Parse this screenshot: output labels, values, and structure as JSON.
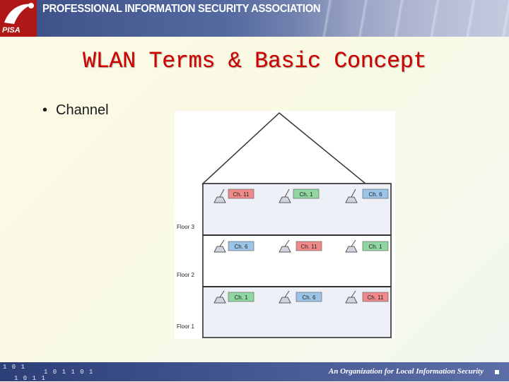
{
  "header": {
    "logo_text": "PISA",
    "title": "PROFESSIONAL INFORMATION SECURITY ASSOCIATION"
  },
  "slide": {
    "title": "WLAN Terms & Basic Concept",
    "bullet": "Channel"
  },
  "diagram": {
    "floors": [
      {
        "label": "Floor 3",
        "channels": [
          "Ch. 11",
          "Ch. 1",
          "Ch. 6"
        ]
      },
      {
        "label": "Floor 2",
        "channels": [
          "Ch. 6",
          "Ch. 11",
          "Ch. 1"
        ]
      },
      {
        "label": "Floor 1",
        "channels": [
          "Ch. 1",
          "Ch. 6",
          "Ch. 11"
        ]
      }
    ],
    "channel_colors": {
      "Ch. 1": "#8fd6a0",
      "Ch. 6": "#9cc4e8",
      "Ch. 11": "#f08a8a"
    }
  },
  "footer": {
    "binary_1": "1 0 1",
    "binary_2": "1 0 1 1",
    "binary_3": "1 0 1 1 0 1",
    "tagline": "An Organization for Local Information Security"
  },
  "colors": {
    "header_bg": "#3b4f86",
    "title_red": "#d00000",
    "footer_bg": "#2c3f78"
  }
}
